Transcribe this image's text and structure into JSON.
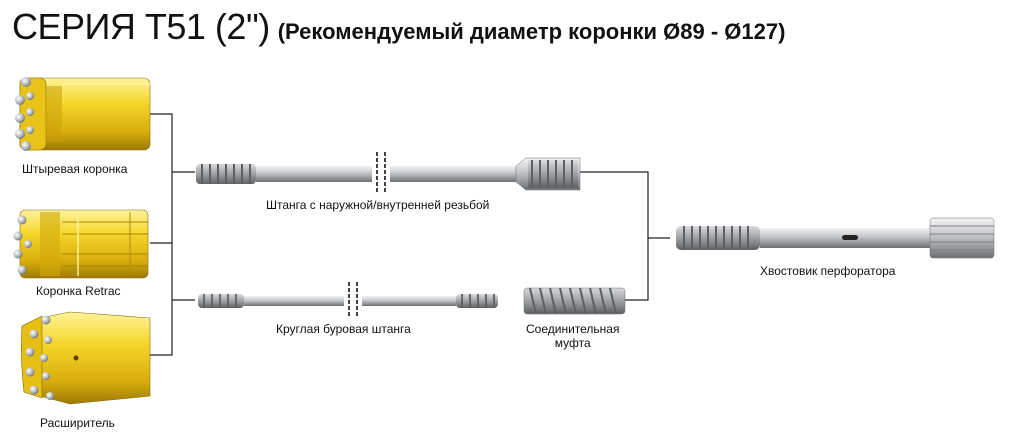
{
  "title": {
    "main": "СЕРИЯ T51 (2\")",
    "sub": "(Рекомендуемый диаметр коронки Ø89 - Ø127)"
  },
  "labels": {
    "button_bit": "Штыревая коронка",
    "retrac_bit": "Коронка Retrac",
    "reamer": "Расширитель",
    "mf_rod": "Штанга с наружной/внутренней резьбой",
    "round_rod": "Круглая буровая штанга",
    "coupling_line1": "Соединительная",
    "coupling_line2": "муфта",
    "shank": "Хвостовик перфоратора"
  },
  "colors": {
    "bit_yellow": "#f2cf1b",
    "steel": "#b9bcc0",
    "line": "#222222"
  }
}
